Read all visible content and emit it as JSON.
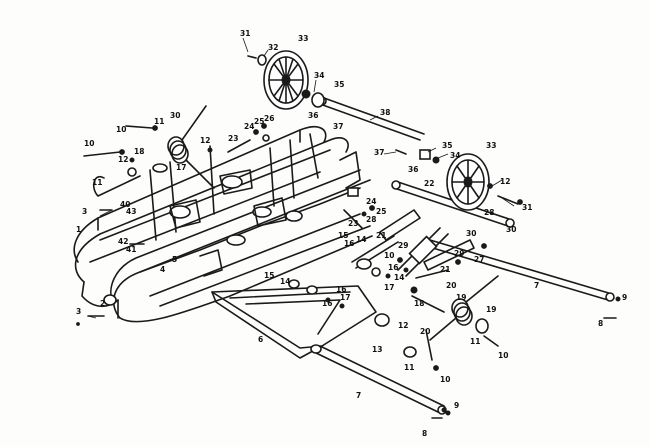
{
  "callouts": {
    "c1": "1",
    "c2": "2",
    "c3a": "3",
    "c3b": "3",
    "c4": "4",
    "c5": "5",
    "c6": "6",
    "c7a": "7",
    "c7b": "7",
    "c8a": "8",
    "c8b": "8",
    "c9a": "9",
    "c9b": "9",
    "c10a": "10",
    "c10b": "10",
    "c10c": "10",
    "c10d": "10",
    "c10e": "10",
    "c11a": "11",
    "c11b": "11",
    "c11c": "11",
    "c11d": "11",
    "c12a": "12",
    "c12b": "12",
    "c12c": "12",
    "c12d": "12",
    "c13": "13",
    "c14a": "14",
    "c14b": "14",
    "c14c": "14",
    "c15a": "15",
    "c15b": "15",
    "c16a": "16",
    "c16b": "16",
    "c17a": "17",
    "c17b": "17",
    "c18a": "18",
    "c18b": "18",
    "c19a": "19",
    "c19b": "19",
    "c20a": "20",
    "c20b": "20",
    "c21a": "21",
    "c21b": "21",
    "c22": "22",
    "c23a": "23",
    "c23b": "23",
    "c24a": "24",
    "c24b": "24",
    "c25a": "25",
    "c25b": "25",
    "c26": "26",
    "c27": "27",
    "c28a": "28",
    "c28b": "28",
    "c29a": "29",
    "c29b": "29",
    "c30a": "30",
    "c30b": "30",
    "c30c": "30",
    "c31a": "31",
    "c31b": "31",
    "c32": "32",
    "c33a": "33",
    "c33b": "33",
    "c34a": "34",
    "c34b": "34",
    "c35a": "35",
    "c35b": "35",
    "c36a": "36",
    "c36b": "36",
    "c37a": "37",
    "c37b": "37",
    "c38": "38",
    "c40": "40",
    "c41": "41",
    "c42": "42",
    "c43": "43"
  }
}
